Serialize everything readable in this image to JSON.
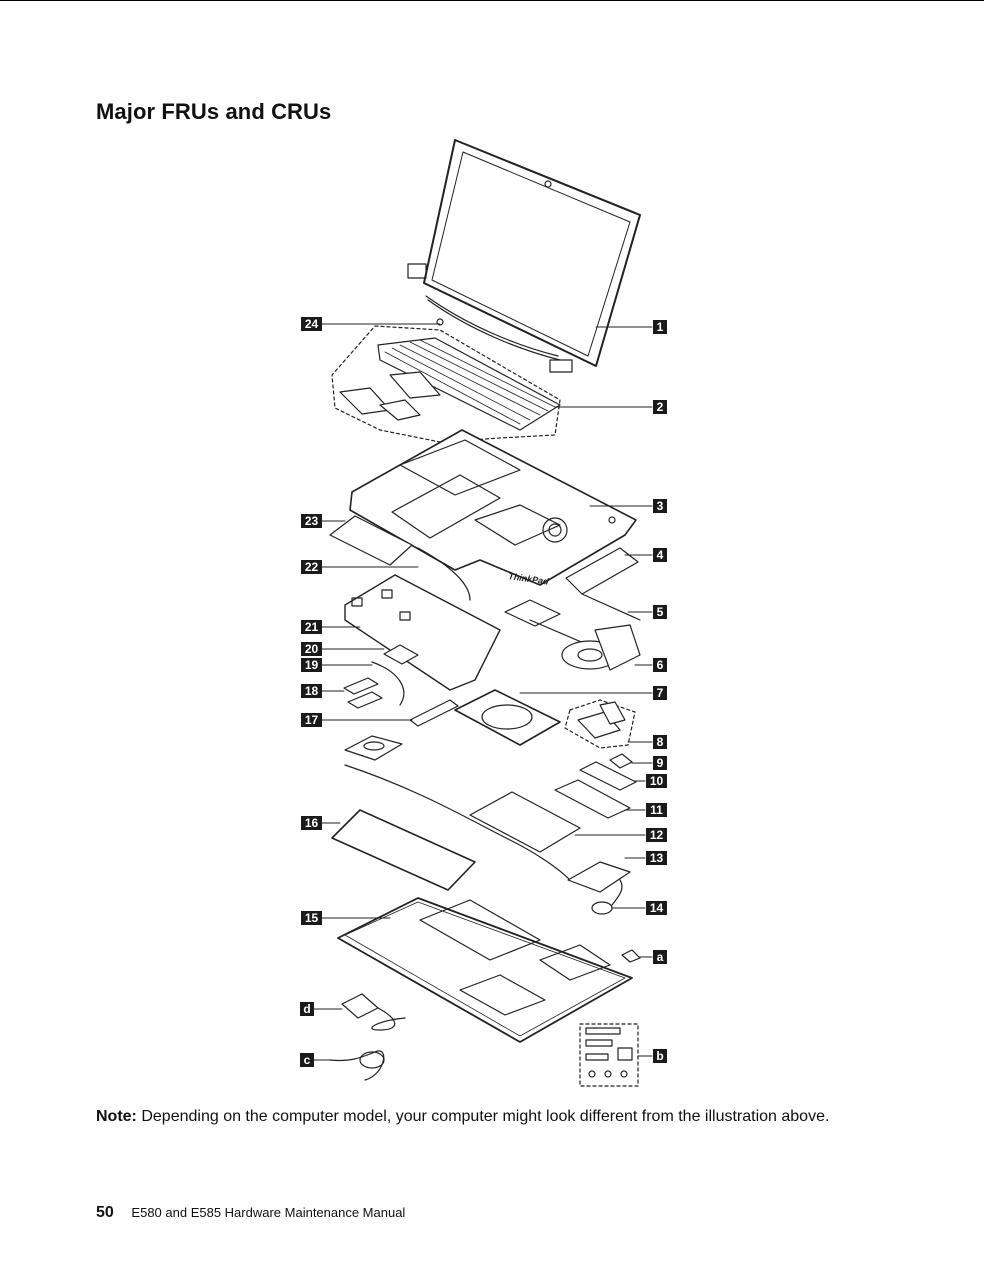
{
  "page": {
    "title": "Major FRUs and CRUs",
    "note_label": "Note:",
    "note_text": "Depending on the computer model, your computer might look different from the illustration above.",
    "page_number": "50",
    "manual_title": "E580 and E585 Hardware Maintenance Manual"
  },
  "figure": {
    "brand_text": "ThinkPad",
    "callouts": [
      "1",
      "2",
      "3",
      "4",
      "5",
      "6",
      "7",
      "8",
      "9",
      "10",
      "11",
      "12",
      "13",
      "14",
      "15",
      "16",
      "17",
      "18",
      "19",
      "20",
      "21",
      "22",
      "23",
      "24",
      "a",
      "b",
      "c",
      "d"
    ]
  }
}
